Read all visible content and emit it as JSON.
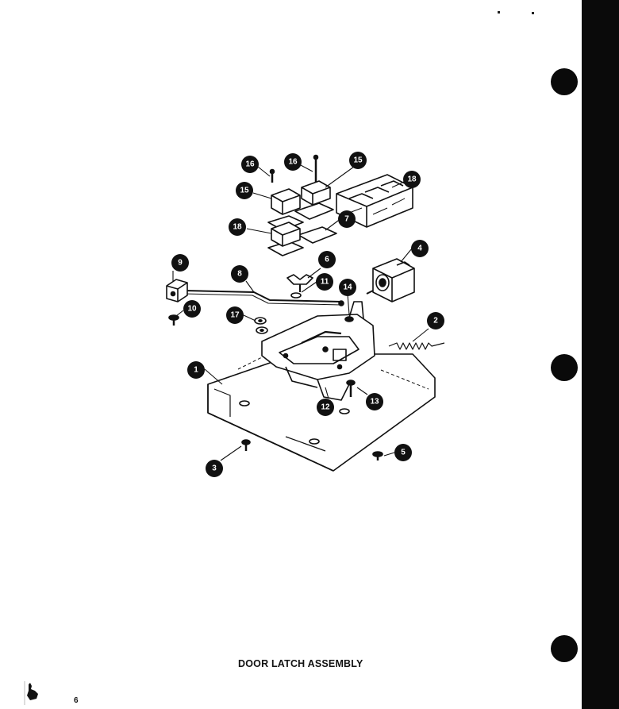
{
  "caption": "DOOR LATCH ASSEMBLY",
  "page_number": "6",
  "callouts": [
    "1",
    "2",
    "3",
    "4",
    "5",
    "6",
    "7",
    "8",
    "9",
    "10",
    "11",
    "12",
    "13",
    "14",
    "15",
    "15",
    "16",
    "16",
    "17",
    "18",
    "18"
  ],
  "colors": {
    "ink": "#111111",
    "paper": "#ffffff",
    "edge": "#0a0a0a"
  }
}
